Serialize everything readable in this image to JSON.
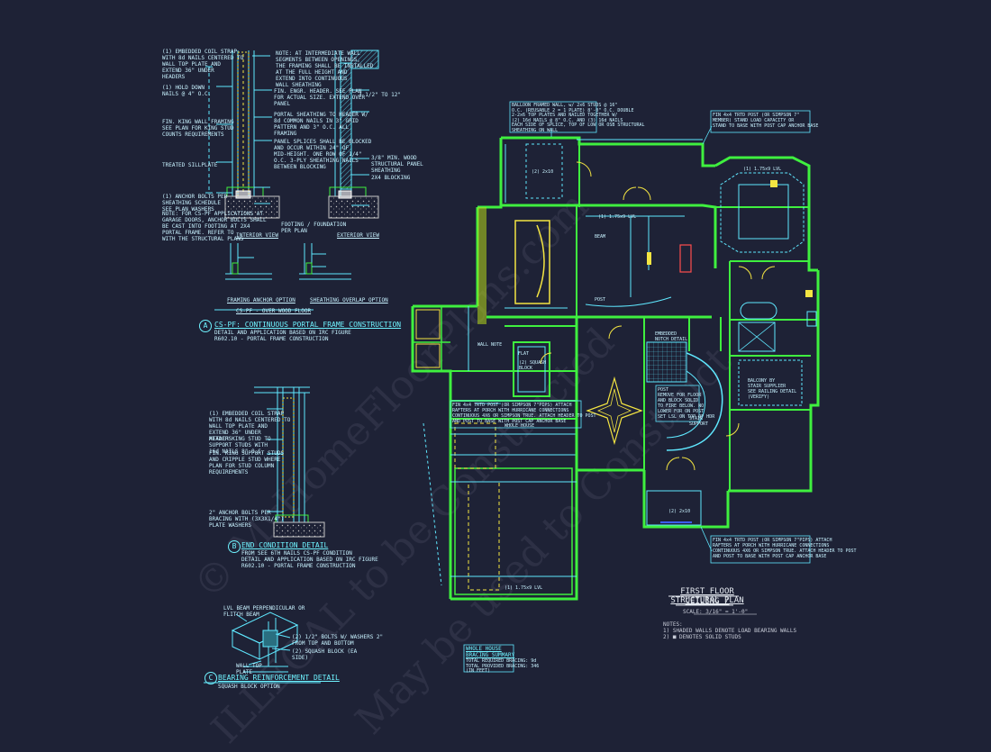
{
  "colors": {
    "background": "#1e2236",
    "wall": "#3ff03f",
    "frame": "#5fe8ff",
    "accent": "#f4e542",
    "text": "#c8f2ff"
  },
  "watermark": {
    "line1": "© MyHomeFloorPlans.com",
    "line2": "ILLEGAL to be Constructed",
    "line3": "May be used to Construct"
  },
  "detail_a": {
    "marker": "A",
    "title": "CS-PF: CONTINUOUS PORTAL FRAME CONSTRUCTION",
    "subtitle": "DETAIL AND APPLICATION BASED ON IRC FIGURE\nR602.10 - PORTAL FRAME CONSTRUCTION",
    "interior_view": "INTERIOR VIEW",
    "exterior_view": "EXTERIOR VIEW",
    "framing_anchor": "FRAMING ANCHOR OPTION",
    "overlap": "SHEATHING OVERLAP OPTION",
    "floor_note": "CS-PF - OVER WOOD FLOOR",
    "note_top": "NOTE: AT INTERMEDIATE WALL\nSEGMENTS BETWEEN OPENINGS,\nTHE FRAMING SHALL BE INSTALLED\nAT THE FULL HEIGHT AND\nEXTEND INTO CONTINUOUS\nWALL SHEATHING",
    "note_strap": "(1) EMBEDDED COIL STRAP\nWITH 8d NAILS CENTERED TO\nWALL TOP PLATE AND\nEXTEND 36\" UNDER\nHEADERS",
    "note_hold": "(1) HOLD DOWN\nNAILS @ 4\" O.C.",
    "note_king": "FIN. KING WALL FRAMING\nSEE PLAN FOR KING STUD\nCOUNTS REQUIREMENTS",
    "note_header": "FIN. ENGR. HEADER. SEE PLAN\nFOR ACTUAL SIZE. EXTEND OVER\nPANEL",
    "note_sheath": "PORTAL SHEATHING TO HEADER W/\n8d COMMON NAILS IN 3\" GRID\nPATTERN AND 3\" O.C. ALL\nFRAMING",
    "note_panel": "PANEL SPLICES SHALL BE BLOCKED\nAND OCCUR WITHIN 24\" OF\nMID-HEIGHT. ONE ROW OF 1/4\"\nO.C. 3-PLY SHEATHING NAILS\nBETWEEN BLOCKING",
    "note_treated": "TREATED SILLPLATE",
    "note_anchor": "(1) ANCHOR BOLTS PER\nSHEATHING SCHEDULE\nSEE PLAN WASHERS",
    "note_min": "3/8\" MIN. WOOD\nSTRUCTURAL PANEL\nSHEATHING",
    "note_footing": "FOOTING / FOUNDATION\nPER PLAN",
    "note_alt": "NOTE: FOR CS-PF APPLICATIONS AT\nGARAGE DOORS, ANCHOR BOLTS SHALL\nBE CAST INTO FOOTING AT 2X4\nPORTAL FRAME. REFER TO\nWITH THE STRUCTURAL PLANS",
    "note_blk": "2X4 BLOCKING",
    "note_flat": "3 1/2\" TO 12\""
  },
  "detail_b": {
    "marker": "B",
    "title": "END CONDITION DETAIL",
    "subtitle": "FROM SEE 6TH NAILS CS-PF CONDITION\nDETAIL AND APPLICATION BASED ON IRC FIGURE\nR602.10 - PORTAL FRAME CONSTRUCTION",
    "note_strap": "(1) EMBEDDED COIL STRAP\nWITH 8d NAILS CENTERED TO\nWALL TOP PLATE AND\nEXTEND 36\" UNDER\nHEADERS",
    "note_nails": "ATTACH KING STUD TO\nSUPPORT STUDS WITH\n16d NAILS 8\" O.C.",
    "note_king": "FIN. KING SUPPORT STUDS\nAND CRIPPLE STUD WHERE\nPLAN FOR STUD COLUMN\nREQUIREMENTS",
    "note_anchor": "2\" ANCHOR BOLTS PER\nBRACING WITH (3X3X1/4\")\nPLATE WASHERS"
  },
  "detail_c": {
    "marker": "C",
    "title": "BEARING REINFORCEMENT DETAIL",
    "subtitle": "SQUASH BLOCK OPTION",
    "note_lvl": "LVL BEAM PERPENDICULAR OR\nFLITCH BEAM",
    "note_bolts": "(2) 1/2\" BOLTS W/ WASHERS 2\"\nFROM TOP AND BOTTOM",
    "note_squash": "(2) SQUASH BLOCK (EA\nSIDE)",
    "note_plate": "WALL TOP\nPLATE"
  },
  "plan": {
    "title_line1": "FIRST FLOOR CEILING /",
    "title_line2": "STRUCTURAL PLAN",
    "scale": "SCALE:          3/16\" = 1'-0\"",
    "notes_label": "NOTES:",
    "note1": "1)  SHADED WALLS DENOTE LOAD BEARING WALLS",
    "note2": "2)  ■  DENOTES SOLID STUDS",
    "bracing_title": "WHOLE HOUSE\nBRACING SUMMARY",
    "bracing_body": "TOTAL REQUIRED BRACING: 9d\nTOTAL PROVIDED BRACING: 346\n(IN FEET)",
    "callout_top": "BALLOON FRAMED WALL, w/ 2x6 STUDS @ 16\"\nO.C. (REUSABLE 2 = 1 PLATE) 8'-0\" O.C. DOUBLE\n2-2x6 TOP PLATES AND NAILED TOGETHER W/\n(2) 16d NAILS @ 8\" O.C. AND (3) 16d NAILS\nEACH SIDE OF SPLICE, TOP OF LOW OR OSB STRUCTURAL\nSHEATHING ON WALL",
    "callout_tr": "FIN 4x4 TRTD POST (OR SIMPSON 7\"\nMEMBER) STAND LOAD CAPACITY OR\nSTAND TO BASE WITH POST CAP ANCHOR BASE",
    "callout_mid": "FIN 4x4 TRTD POST (OR SIMPSON 7\"PIPS) ATTACH\nRAFTERS AT PORCH WITH HURRICANE CONNECTIONS\nCONTINUOUS 4X6 OR SIMPSON TRUE. ATTACH HEADER TO POST\nAND POST TO BASE WITH POST CAP ANCHOR BASE",
    "callout_br": "FIN 4x4 TRTD POST (OR SIMPSON 7\"PIPS) ATTACH\nRAFTERS AT PORCH WITH HURRICANE CONNECTIONS\nCONTINUOUS 4X6 OR SIMPSON TRUE. ATTACH HEADER TO POST\nAND POST TO BASE WITH POST CAP ANCHOR BASE",
    "callout_post": "POST\nREMOVE FOR FLOOR\nAND BLOCK SOLID\nTO FIRE BELOW. NO\nLOWER FOR ON POST\nSET LSL ON TOP OF HDR",
    "callout_squash": "(2) SQUASH\nBLOCK",
    "callout_embed": "EMBEDDED\nNOTCH DETAIL",
    "callout_stairs": "STAIR\nSUPPORT",
    "callout_balc": "BALCONY BY\nSTAIR SUPPLIER\nSEE RAILING DETAIL\n(VERIFY)",
    "callout_wall": "WALL NOTE",
    "callout_lvl": "(1) 1.75x9 LVL",
    "callout_hdr": "(2) 2x10",
    "callout_beam": "BEAM",
    "callout_post2": "POST",
    "callout_whole": "WHOLE HOUSE",
    "callout_flat": "FLAT"
  }
}
